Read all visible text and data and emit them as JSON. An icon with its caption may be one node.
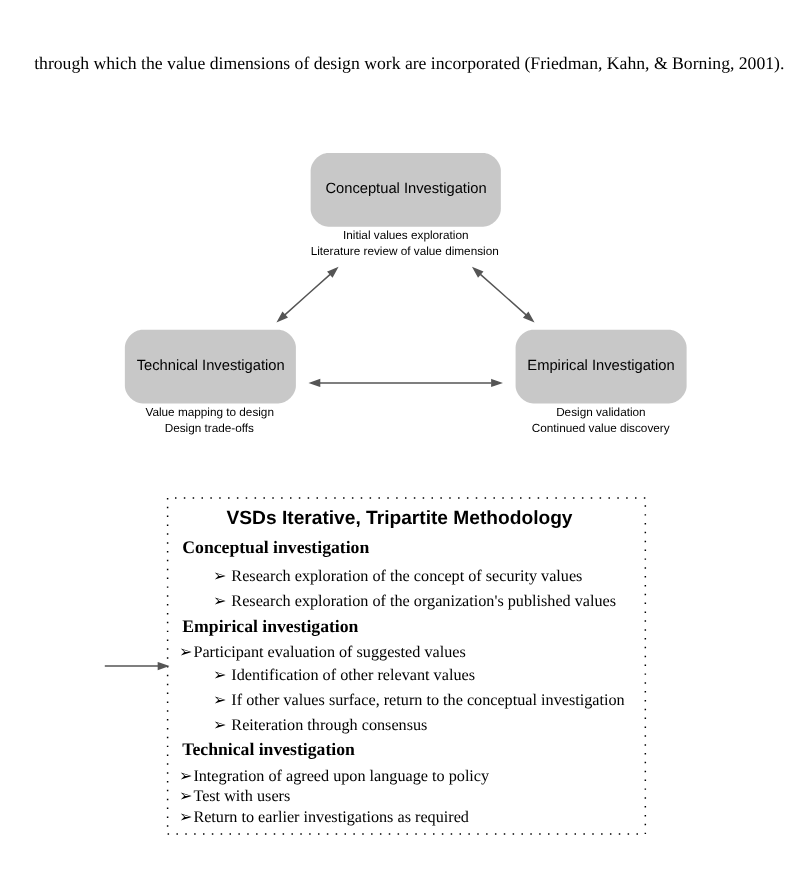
{
  "diagram": {
    "nodes": [
      {
        "text": [
          "Conceptual Investigation"
        ],
        "beside": [
          "Initial values exploration",
          "Literature review of value dimension"
        ]
      },
      {
        "text": [
          "Technical Investigation"
        ],
        "beside": [
          "Value mapping to design",
          "Design trade-offs"
        ]
      },
      {
        "text": [
          "Empirical Investigation"
        ],
        "beside": [
          "Design validation",
          "Continued value discovery"
        ]
      },
      {
        "text": [
          "VSDs Iterative, Tripartite Methodology",
          "Conceptual investigation",
          "➢ Research exploration of the concept of security values",
          "➢ Research exploration of the organization's published values",
          "Empirical investigation",
          "➢Participant evaluation of suggested values",
          "➢ Identification of other relevant values",
          "➢ If other values surface, return to the conceptual investigation",
          "➢ Reiteration through consensus",
          "Technical investigation",
          "➢Integration of agreed upon language to policy",
          "➢Test with users",
          "➢Return to earlier investigations as required"
        ]
      }
    ],
    "edges": [
      {
        "from": 0,
        "to": 1,
        "arrow": "both"
      },
      {
        "from": 0,
        "to": 2,
        "arrow": "both"
      },
      {
        "from": 1,
        "to": 2,
        "arrow": "both"
      },
      {
        "from": null,
        "to": 3,
        "arrow": "to"
      }
    ],
    "labels": [
      "through which the value dimensions of design work are incorporated (Friedman, Kahn, & Borning, 2001)."
    ]
  }
}
